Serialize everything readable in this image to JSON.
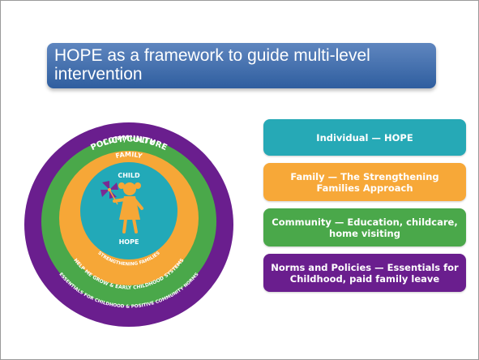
{
  "slide": {
    "title": "HOPE as a framework to guide multi-level intervention"
  },
  "diagram": {
    "rings": {
      "outer_top": "POLICY/CULTURE",
      "community": "COMMUNITY",
      "family": "FAMILY",
      "child": "CHILD",
      "hope": "HOPE",
      "strengthening": "STRENGTHENING FAMILIES",
      "help_me_grow": "HELP ME GROW & EARLY CHILDHOOD SYSTEMS",
      "essentials": "ESSENTIALS FOR CHILDHOOD & POSITIVE COMMUNITY NORMS"
    },
    "center_icon": "child-with-pinwheel-icon",
    "colors": {
      "policy_ring": "#6a1e8e",
      "community_ring": "#4aa84a",
      "family_ring": "#f6a737",
      "child_core": "#22a9b8",
      "title_bar": "#3d6aa8"
    }
  },
  "levels": [
    {
      "label": "Individual — HOPE",
      "color": "#26a9b6"
    },
    {
      "label": "Family — The Strengthening Families Approach",
      "color": "#f7a838"
    },
    {
      "label": "Community — Education, childcare, home visiting",
      "color": "#4aa84a"
    },
    {
      "label": "Norms and Policies — Essentials for Childhood, paid family leave",
      "color": "#6a1e8e"
    }
  ]
}
